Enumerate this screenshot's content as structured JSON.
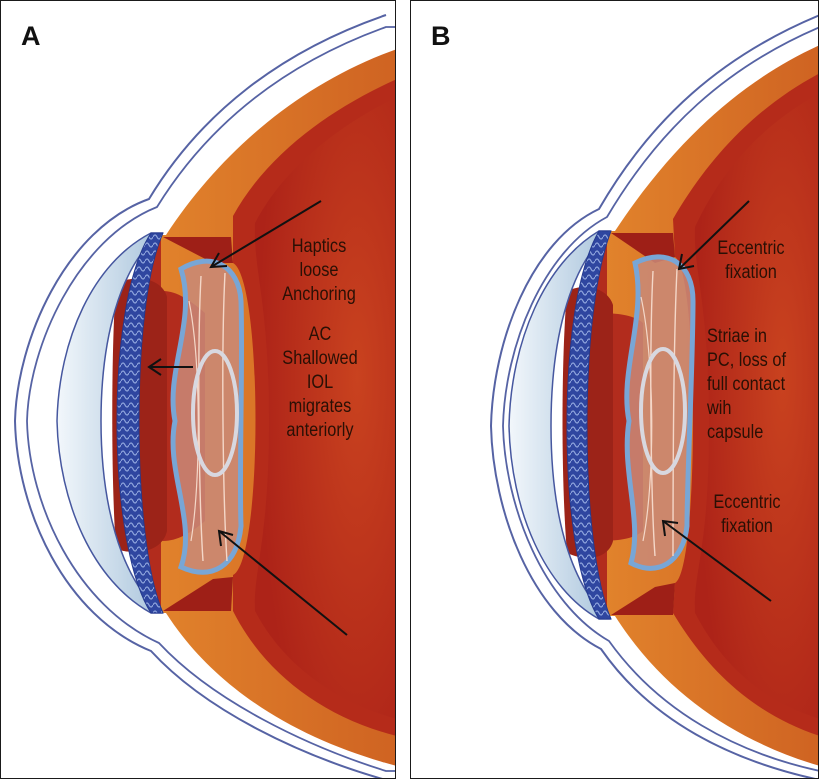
{
  "panels": [
    {
      "letter": "A",
      "labels": {
        "haptics": [
          "Haptics",
          "loose",
          "Anchoring"
        ],
        "ac": [
          "AC",
          "Shallowed",
          "IOL",
          "migrates",
          "anteriorly"
        ]
      }
    },
    {
      "letter": "B",
      "labels": {
        "eccentric_top": [
          "Eccentric",
          "fixation"
        ],
        "striae": [
          "Striae in",
          "PC, loss of",
          "full contact",
          "wih",
          "capsule"
        ],
        "eccentric_bottom": [
          "Eccentric",
          "fixation"
        ]
      }
    }
  ],
  "colors": {
    "sclera": "#e0782a",
    "choroid": "#b5281a",
    "vitreous": "#c02a1c",
    "iris": "#a8281e",
    "cornea": "#cfe0ec",
    "cornea_pattern": "#2c3e96",
    "iol_rim": "#6f9fd0",
    "outline": "#4d5d99"
  }
}
